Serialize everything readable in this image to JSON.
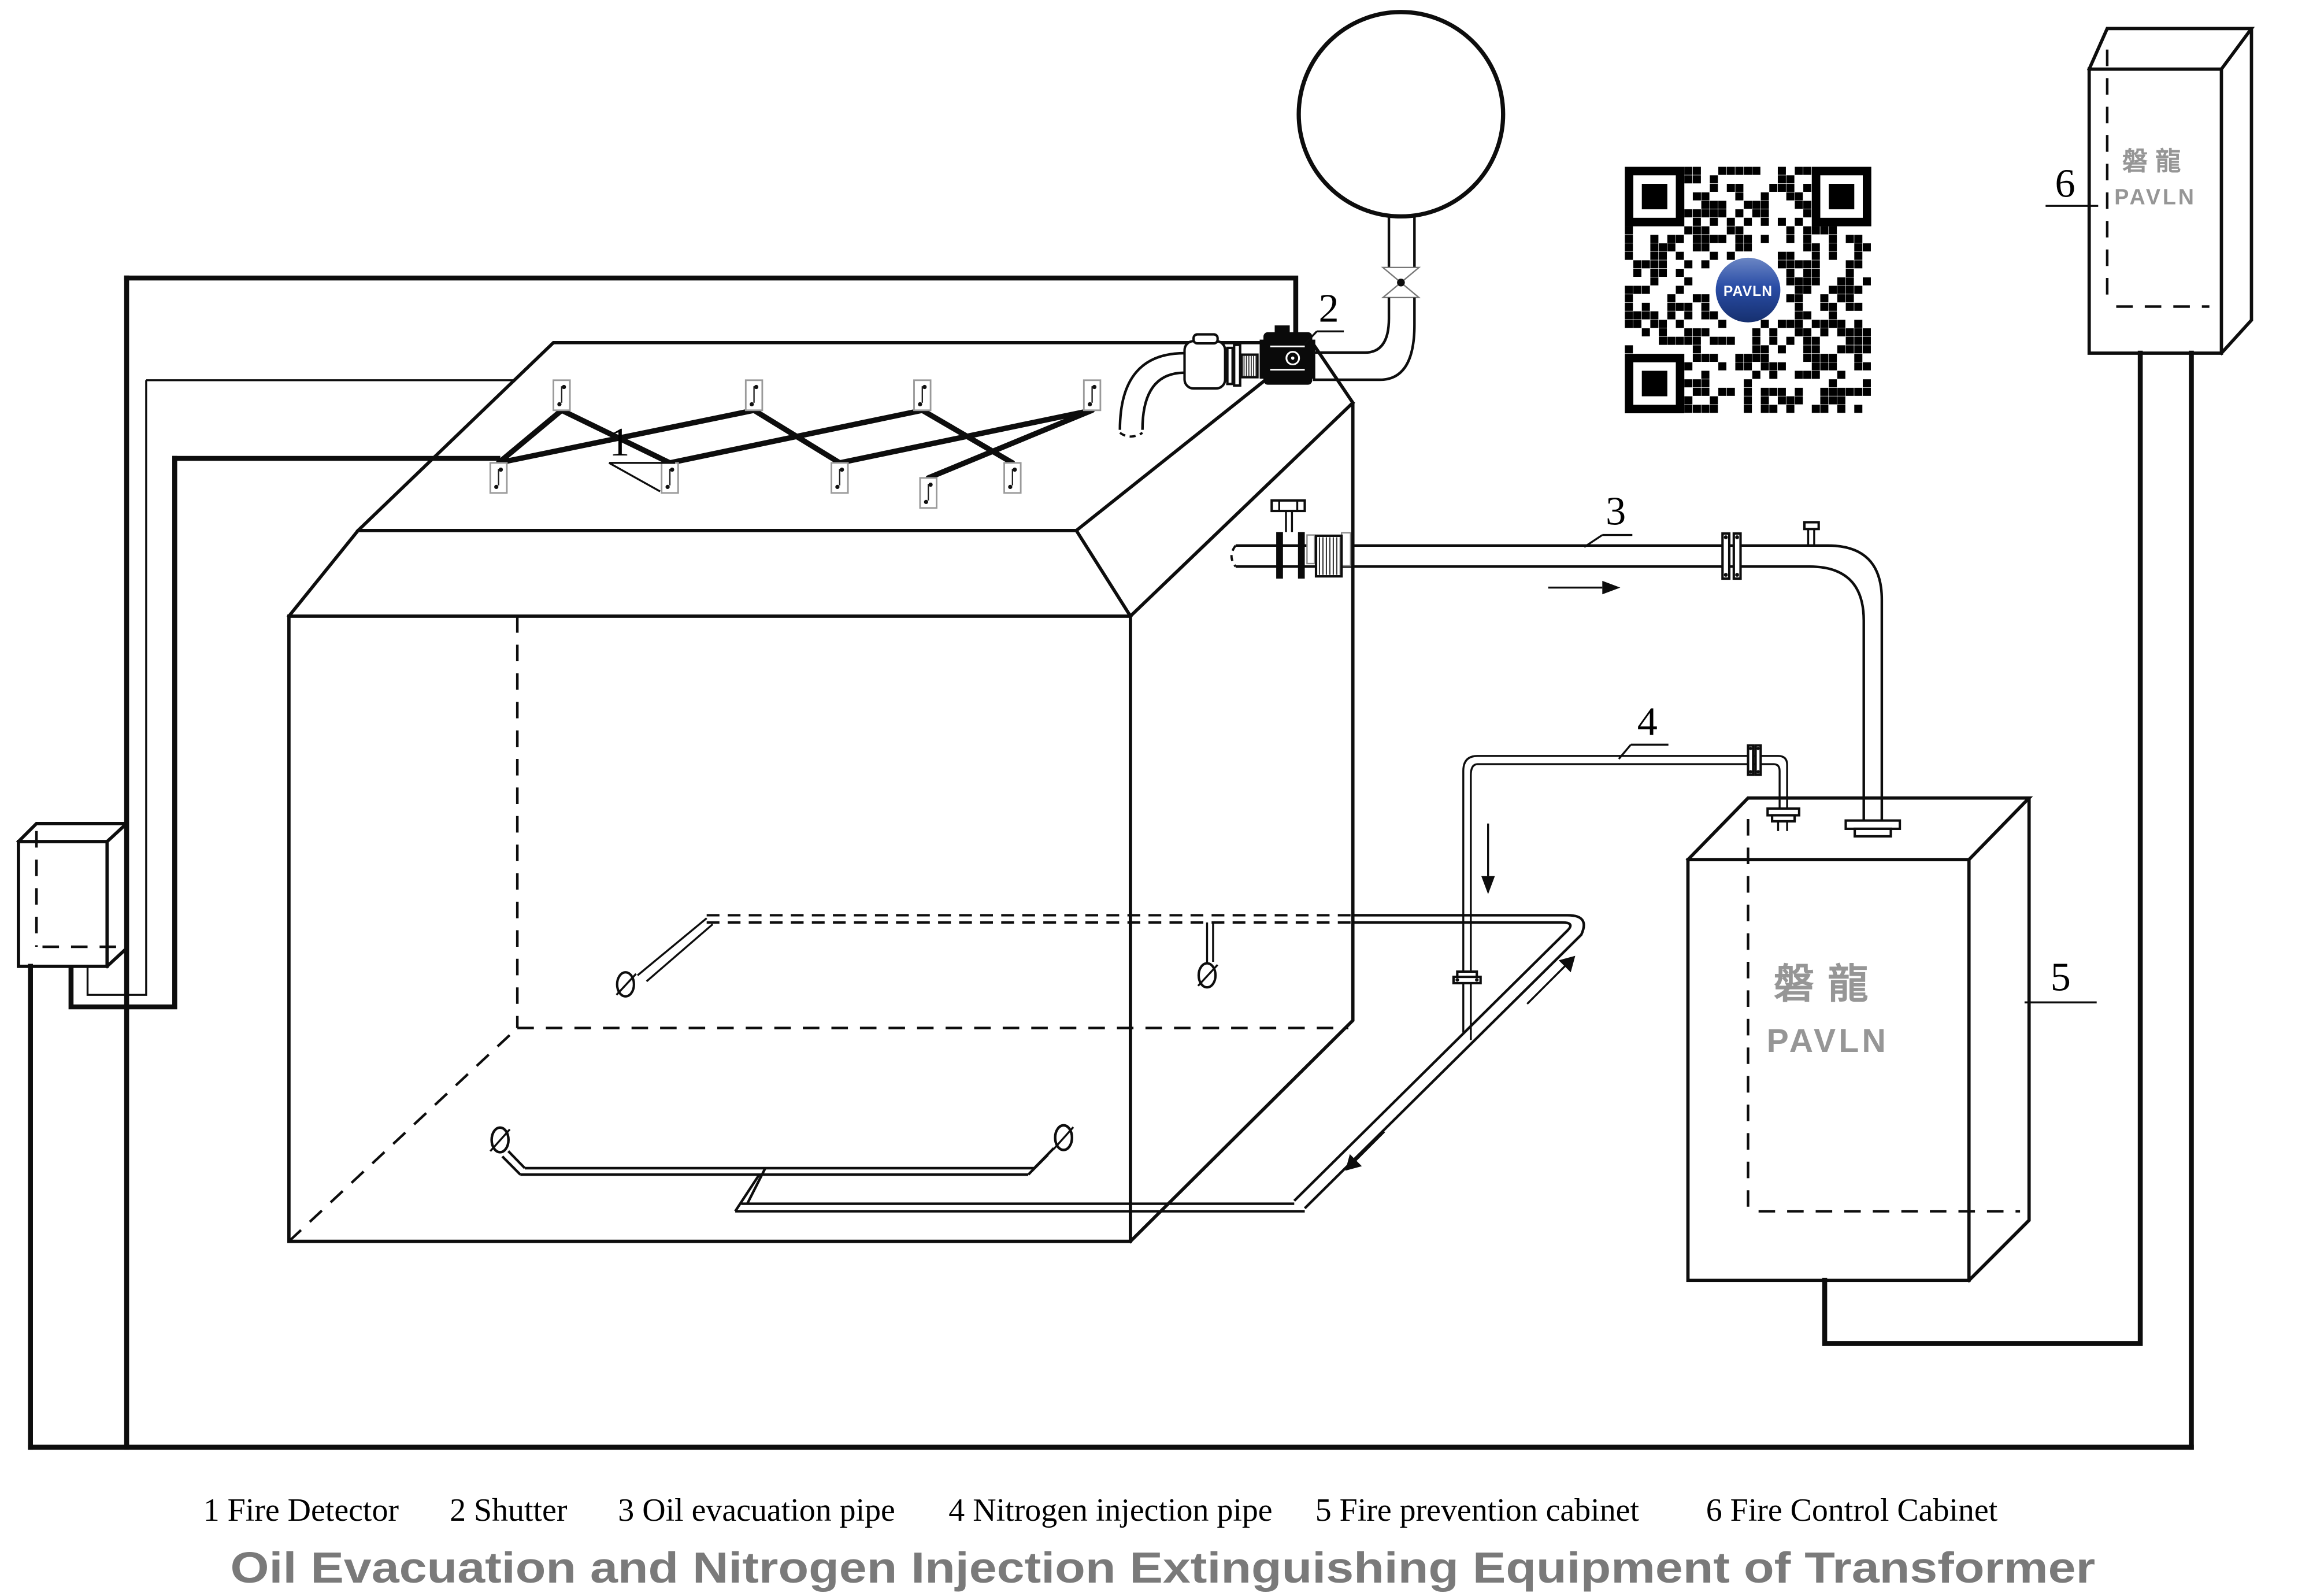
{
  "title": {
    "text": "Oil Evacuation and Nitrogen Injection Extinguishing Equipment of Transformer"
  },
  "legend": {
    "items": [
      {
        "text": "1 Fire Detector"
      },
      {
        "text": "2 Shutter"
      },
      {
        "text": "3 Oil evacuation pipe"
      },
      {
        "text": "4 Nitrogen injection pipe"
      },
      {
        "text": "5 Fire prevention cabinet"
      },
      {
        "text": "6 Fire Control Cabinet"
      }
    ]
  },
  "callouts": {
    "fire_detector": "1",
    "shutter": "2",
    "oil_evacuation_pipe": "3",
    "nitrogen_injection_pipe": "4",
    "fire_prevention_cabinet": "5",
    "fire_control_cabinet": "6"
  },
  "branding": {
    "cn": "磐龍",
    "en": "PAVLN"
  },
  "qr": {
    "center_logo": "PAVLN"
  },
  "colors": {
    "line": "#0d0d0d",
    "logo_gray": "#969696",
    "title_gray": "#7a7a7a",
    "qr_blue": "#1e3f96"
  }
}
